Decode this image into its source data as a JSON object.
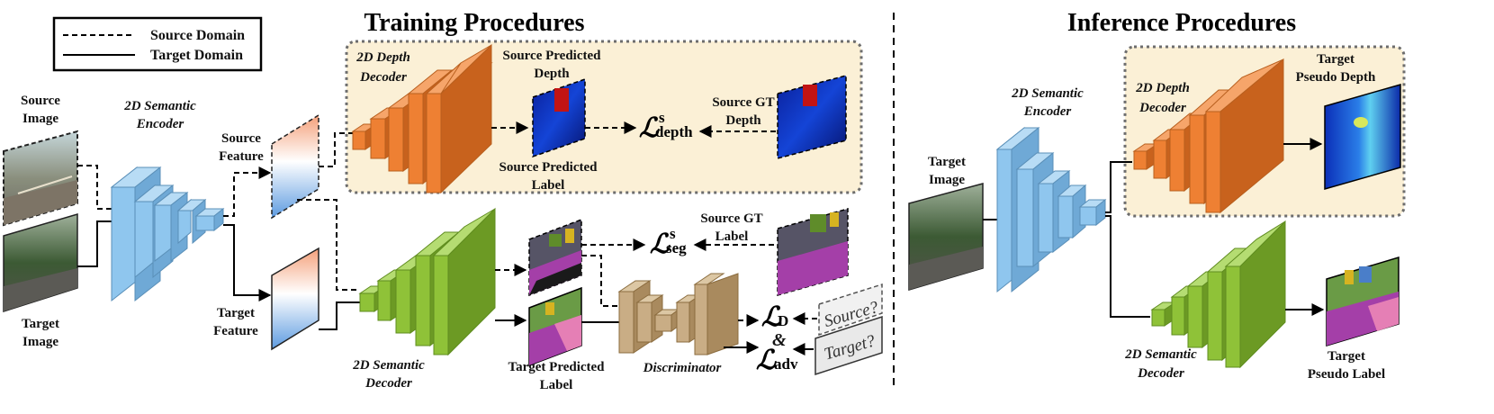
{
  "titles": {
    "training": "Training Procedures",
    "inference": "Inference Procedures"
  },
  "legend": {
    "source": "Source Domain",
    "target": "Target Domain"
  },
  "labels": {
    "source_image": [
      "Source",
      "Image"
    ],
    "target_image": [
      "Target",
      "Image"
    ],
    "encoder": [
      "2D Semantic",
      "Encoder"
    ],
    "source_feature": [
      "Source",
      "Feature"
    ],
    "target_feature": [
      "Target",
      "Feature"
    ],
    "depth_decoder": [
      "2D Depth",
      "Decoder"
    ],
    "source_pred_depth": [
      "Source Predicted",
      "Depth"
    ],
    "source_gt_depth": [
      "Source GT",
      "Depth"
    ],
    "source_pred_label": [
      "Source Predicted",
      "Label"
    ],
    "source_gt_label": [
      "Source GT",
      "Label"
    ],
    "semantic_decoder": [
      "2D Semantic",
      "Decoder"
    ],
    "target_pred_label": [
      "Target Predicted",
      "Label"
    ],
    "discriminator": "Discriminator",
    "tag_source": "Source?",
    "tag_target": "Target?",
    "inf_target_image": [
      "Target",
      "Image"
    ],
    "inf_encoder": [
      "2D Semantic",
      "Encoder"
    ],
    "inf_depth_decoder": [
      "2D Depth",
      "Decoder"
    ],
    "inf_pseudo_depth": [
      "Target",
      "Pseudo Depth"
    ],
    "inf_semantic_decoder": [
      "2D Semantic",
      "Decoder"
    ],
    "inf_pseudo_label": [
      "Target",
      "Pseudo Label"
    ]
  },
  "losses": {
    "depth": {
      "main": "ℒ",
      "sup": "s",
      "sub": "depth"
    },
    "seg": {
      "main": "ℒ",
      "sup": "s",
      "sub": "seg"
    },
    "d": {
      "main": "ℒ",
      "sub": "D"
    },
    "amp": "&",
    "adv": {
      "main": "ℒ",
      "sub": "adv"
    }
  },
  "colors": {
    "encoder": "#8fc6ee",
    "depth_decoder": "#ee8033",
    "semantic_decoder": "#8fc238",
    "discriminator": "#c9ad85",
    "panel": "#fbf0d6"
  }
}
